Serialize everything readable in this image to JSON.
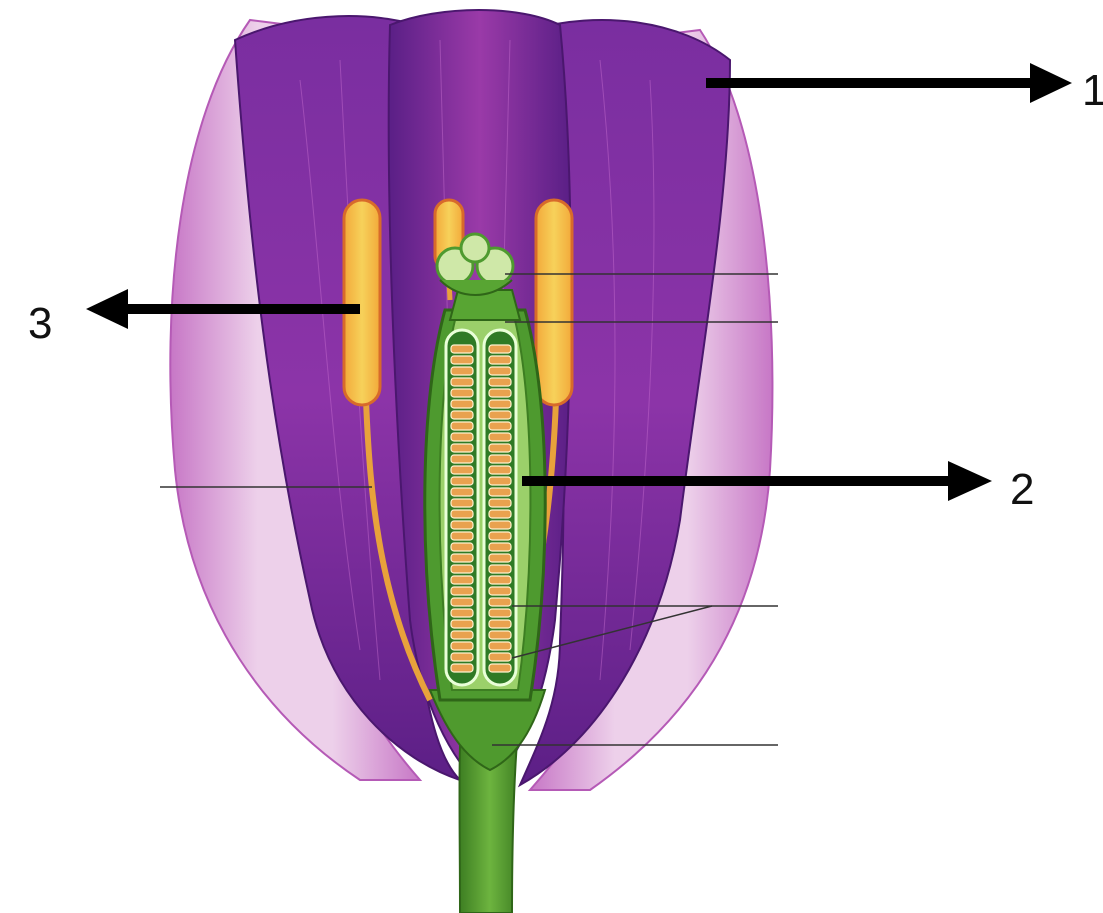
{
  "labels": {
    "one": "1",
    "two": "2",
    "three": "3"
  },
  "colors": {
    "background": "#ffffff",
    "petal_dark": "#6a2490",
    "petal_mid": "#9a3aa8",
    "petal_light": "#c777c6",
    "petal_pale": "#edd0ea",
    "anther_orange": "#f2a93a",
    "anther_yellow": "#f7d15a",
    "filament": "#e8a23b",
    "pistil_green": "#4e9a2f",
    "pistil_light": "#9bd06a",
    "ovule_orange": "#e9a24f",
    "stem_green": "#4f9a2e",
    "arrow": "#000000",
    "leader_line": "#333333"
  },
  "icons": {
    "arrow_1": "right-arrow",
    "arrow_2": "right-arrow",
    "arrow_3": "left-arrow"
  }
}
